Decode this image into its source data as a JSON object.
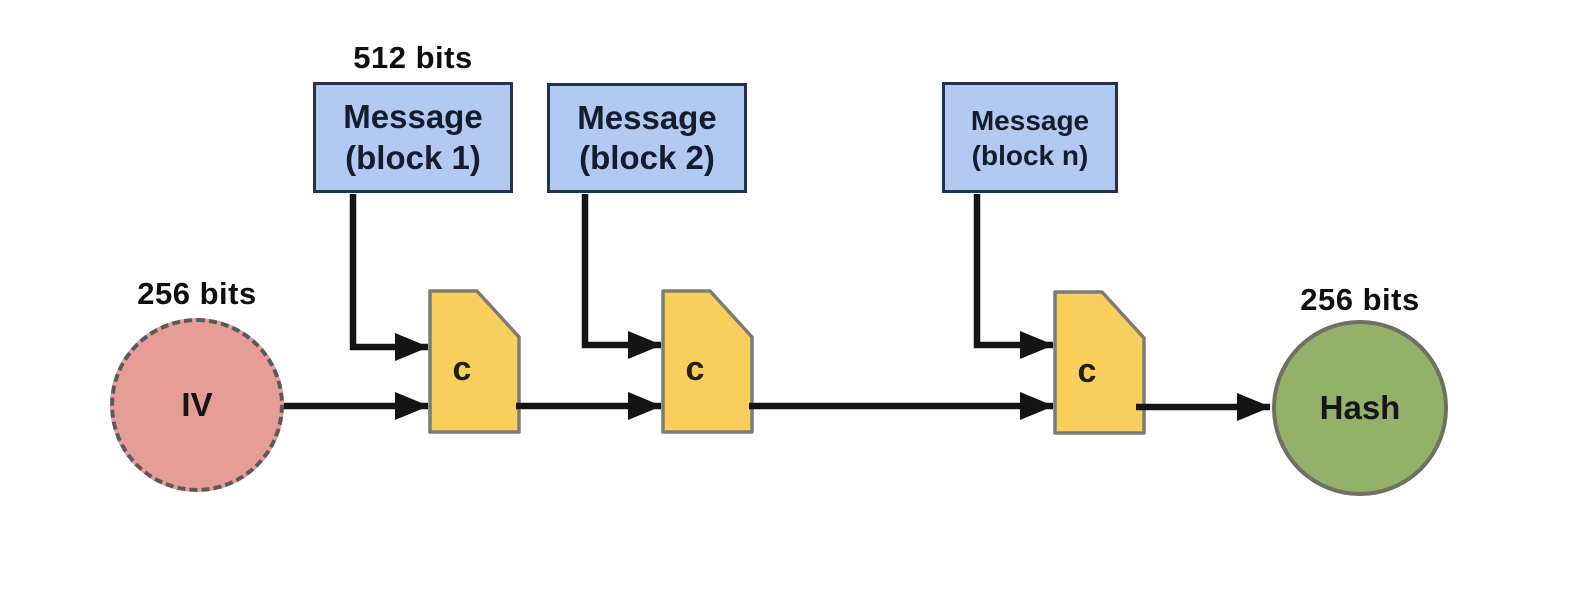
{
  "diagram": {
    "title_hint": "hash-function-chaining-diagram",
    "labels": {
      "block_size": "512 bits",
      "iv_size": "256 bits",
      "hash_size": "256 bits"
    },
    "iv": {
      "label": "IV"
    },
    "hash": {
      "label": "Hash"
    },
    "message_blocks": [
      {
        "line1": "Message",
        "line2": "(block 1)"
      },
      {
        "line1": "Message",
        "line2": "(block 2)"
      },
      {
        "line1": "Message",
        "line2": "(block n)"
      }
    ],
    "compression_functions": [
      {
        "label": "c"
      },
      {
        "label": "c"
      },
      {
        "label": "c"
      }
    ],
    "colors": {
      "background": "#ffffff",
      "message_fill": "#b2c9f1",
      "message_border": "#24324a",
      "compression_fill": "#f8ce5c",
      "compression_border": "#7d7c74",
      "iv_fill": "#e69d96",
      "iv_border": "#5a5a5a",
      "hash_fill": "#93b169",
      "hash_border": "#6f6f62",
      "arrow": "#141414",
      "text": "#141c2e"
    }
  }
}
